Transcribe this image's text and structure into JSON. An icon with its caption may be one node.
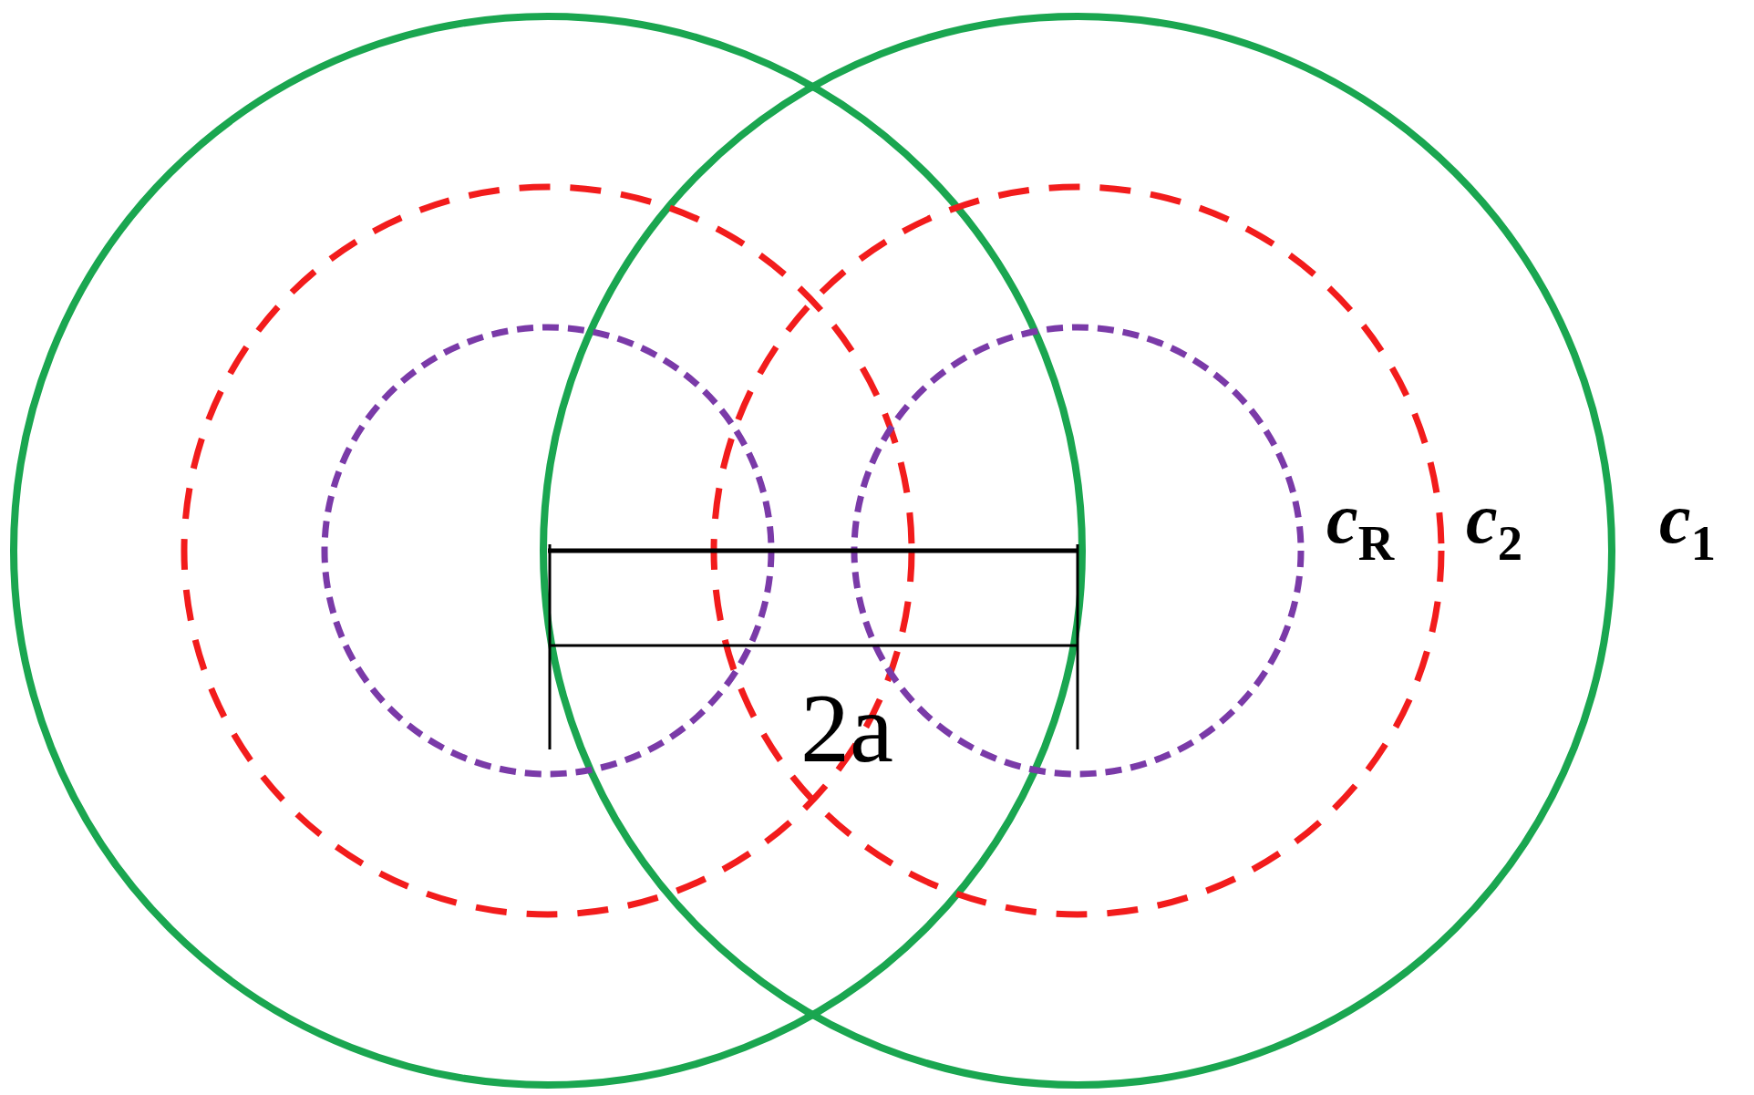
{
  "diagram": {
    "labels": [
      "*c*$_{R}$",
      "*c*$_{2}$",
      "*c*$_{1}$",
      "2a"
    ]
  }
}
